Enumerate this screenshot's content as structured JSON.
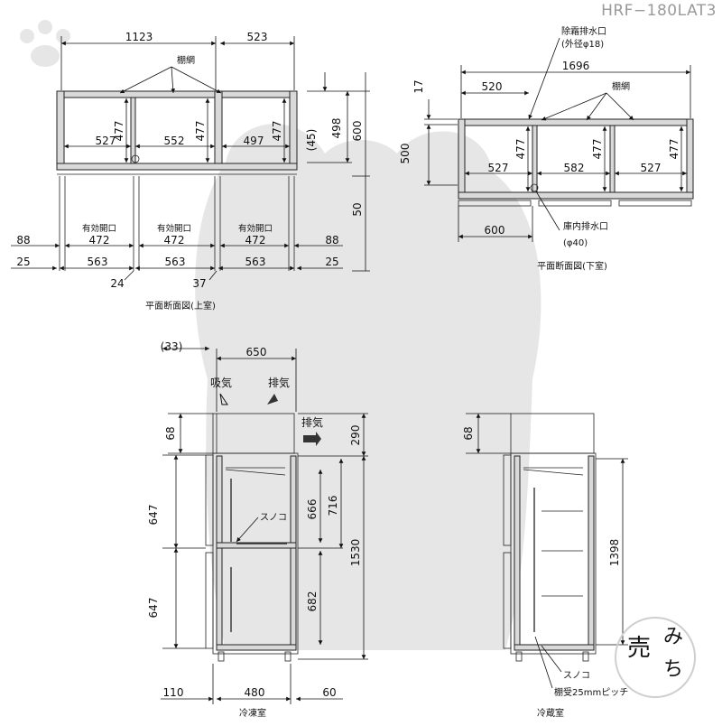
{
  "model": "HRF−180LAT3",
  "plan_upper": {
    "caption": "平面断面図(上室)",
    "top_dims": [
      "1123",
      "523"
    ],
    "shelf_label": "棚網",
    "inner_widths": [
      "527",
      "552",
      "497"
    ],
    "depth": "477",
    "right_dims": [
      "(45)",
      "498",
      "600",
      "50"
    ],
    "opening_label": "有効開口",
    "opening_width": "472",
    "side_dims": [
      "88",
      "25"
    ],
    "bottom_widths": [
      "563",
      "563",
      "563"
    ],
    "small_dims": [
      "24",
      "37"
    ]
  },
  "plan_lower": {
    "caption": "平面断面図(下室)",
    "overall": "1696",
    "left_dim": "520",
    "drain_top_label": "除霜排水口",
    "drain_top_dia": "(外径φ18)",
    "shelf_label": "棚網",
    "inner_widths": [
      "527",
      "582",
      "527"
    ],
    "depth": "477",
    "left_dims": [
      "17",
      "500"
    ],
    "bottom_dim": "600",
    "drain_label": "庫内排水口",
    "drain_dia": "(φ40)"
  },
  "side_freezer": {
    "caption": "冷凍室",
    "top_left": "(33)",
    "depth": "650",
    "intake": "吸気",
    "exhaust": "排気",
    "exhaust_side": "排気",
    "top_gap": "68",
    "right_top": "290",
    "door_heights": [
      "647",
      "647"
    ],
    "inner_heights": [
      "666",
      "716",
      "682"
    ],
    "total_height": "1530",
    "sunoko": "スノコ",
    "bottom_dims": [
      "110",
      "480",
      "60"
    ]
  },
  "side_fridge": {
    "caption": "冷蔵室",
    "top_gap": "68",
    "height": "1398",
    "sunoko": "スノコ",
    "shelf_pitch": "棚受25mmピッチ"
  },
  "stamp": [
    "売",
    "み",
    "ち"
  ]
}
